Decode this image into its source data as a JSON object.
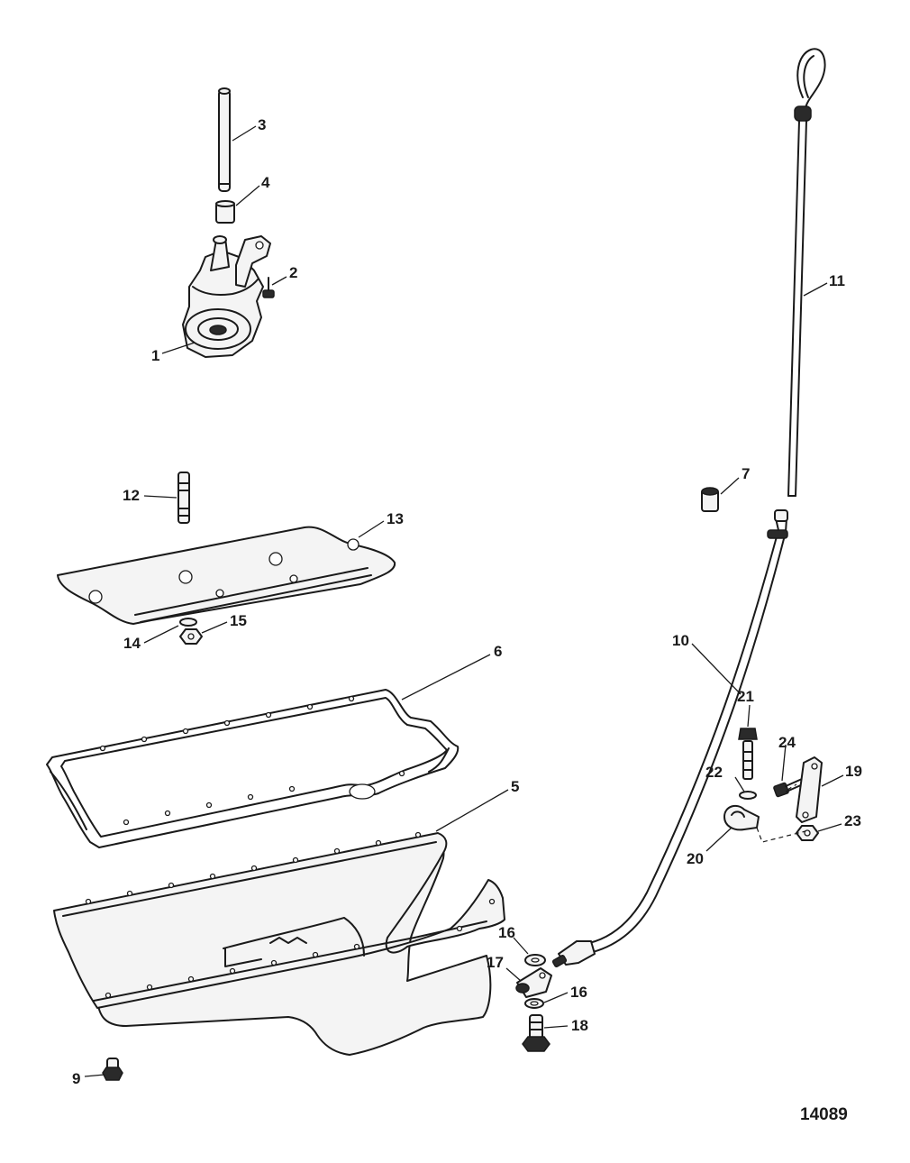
{
  "figure_number": "14089",
  "callouts": [
    {
      "id": "c1",
      "label": "1"
    },
    {
      "id": "c2",
      "label": "2"
    },
    {
      "id": "c3",
      "label": "3"
    },
    {
      "id": "c4",
      "label": "4"
    },
    {
      "id": "c5",
      "label": "5"
    },
    {
      "id": "c6",
      "label": "6"
    },
    {
      "id": "c7",
      "label": "7"
    },
    {
      "id": "c9",
      "label": "9"
    },
    {
      "id": "c10",
      "label": "10"
    },
    {
      "id": "c11",
      "label": "11"
    },
    {
      "id": "c12",
      "label": "12"
    },
    {
      "id": "c13",
      "label": "13"
    },
    {
      "id": "c14",
      "label": "14"
    },
    {
      "id": "c15",
      "label": "15"
    },
    {
      "id": "c16a",
      "label": "16"
    },
    {
      "id": "c16b",
      "label": "16"
    },
    {
      "id": "c17",
      "label": "17"
    },
    {
      "id": "c18",
      "label": "18"
    },
    {
      "id": "c19",
      "label": "19"
    },
    {
      "id": "c20",
      "label": "20"
    },
    {
      "id": "c21",
      "label": "21"
    },
    {
      "id": "c22",
      "label": "22"
    },
    {
      "id": "c23",
      "label": "23"
    },
    {
      "id": "c24",
      "label": "24"
    }
  ]
}
